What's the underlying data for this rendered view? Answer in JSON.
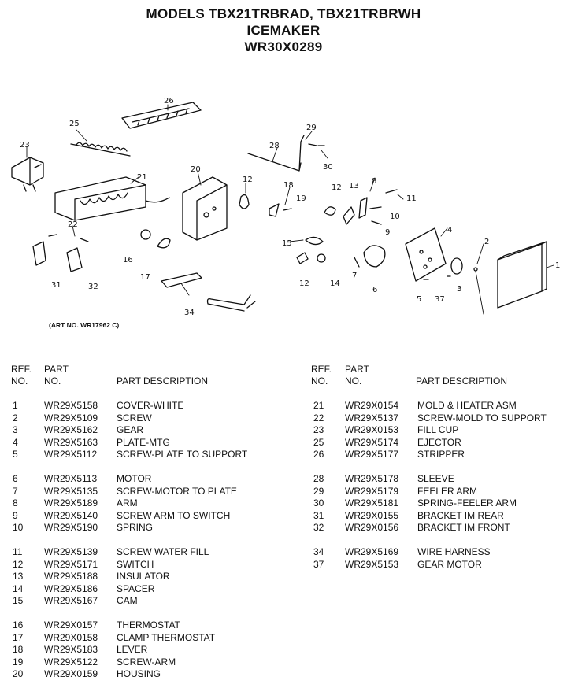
{
  "header": {
    "line1": "MODELS TBX21TRBRAD, TBX21TRBRWH",
    "line2": "ICEMAKER",
    "line3": "WR30X0289"
  },
  "art_no": "(ART NO. WR17962 C)",
  "diagram_labels": [
    "26",
    "25",
    "23",
    "21",
    "20",
    "12",
    "18",
    "19",
    "28",
    "29",
    "30",
    "12",
    "13",
    "8",
    "11",
    "10",
    "9",
    "22",
    "16",
    "17",
    "15",
    "4",
    "2",
    "1",
    "31",
    "32",
    "34",
    "12",
    "14",
    "7",
    "6",
    "5",
    "37",
    "3"
  ],
  "table_headers": {
    "ref_line1": "REF.",
    "ref_line2": "NO.",
    "part_line1": "PART",
    "part_line2": "NO.",
    "desc": "PART DESCRIPTION"
  },
  "parts_left": [
    {
      "ref": "1",
      "part": "WR29X5158",
      "desc": "COVER-WHITE"
    },
    {
      "ref": "2",
      "part": "WR29X5109",
      "desc": "SCREW"
    },
    {
      "ref": "3",
      "part": "WR29X5162",
      "desc": "GEAR"
    },
    {
      "ref": "4",
      "part": "WR29X5163",
      "desc": "PLATE-MTG"
    },
    {
      "ref": "5",
      "part": "WR29X5112",
      "desc": "SCREW-PLATE TO SUPPORT"
    },
    {
      "ref": "6",
      "part": "WR29X5113",
      "desc": "MOTOR"
    },
    {
      "ref": "7",
      "part": "WR29X5135",
      "desc": "SCREW-MOTOR TO PLATE"
    },
    {
      "ref": "8",
      "part": "WR29X5189",
      "desc": "ARM"
    },
    {
      "ref": "9",
      "part": "WR29X5140",
      "desc": "SCREW ARM TO SWITCH"
    },
    {
      "ref": "10",
      "part": "WR29X5190",
      "desc": "SPRING"
    },
    {
      "ref": "11",
      "part": "WR29X5139",
      "desc": "SCREW WATER FILL"
    },
    {
      "ref": "12",
      "part": "WR29X5171",
      "desc": "SWITCH"
    },
    {
      "ref": "13",
      "part": "WR29X5188",
      "desc": "INSULATOR"
    },
    {
      "ref": "14",
      "part": "WR29X5186",
      "desc": "SPACER"
    },
    {
      "ref": "15",
      "part": "WR29X5167",
      "desc": "CAM"
    },
    {
      "ref": "16",
      "part": "WR29X0157",
      "desc": "THERMOSTAT"
    },
    {
      "ref": "17",
      "part": "WR29X0158",
      "desc": "CLAMP THERMOSTAT"
    },
    {
      "ref": "18",
      "part": "WR29X5183",
      "desc": "LEVER"
    },
    {
      "ref": "19",
      "part": "WR29X5122",
      "desc": "SCREW-ARM"
    },
    {
      "ref": "20",
      "part": "WR29X0159",
      "desc": "HOUSING"
    }
  ],
  "parts_right": [
    {
      "ref": "21",
      "part": "WR29X0154",
      "desc": "MOLD & HEATER ASM"
    },
    {
      "ref": "22",
      "part": "WR29X5137",
      "desc": "SCREW-MOLD TO SUPPORT"
    },
    {
      "ref": "23",
      "part": "WR29X0153",
      "desc": "FILL CUP"
    },
    {
      "ref": "25",
      "part": "WR29X5174",
      "desc": "EJECTOR"
    },
    {
      "ref": "26",
      "part": "WR29X5177",
      "desc": "STRIPPER"
    },
    {
      "ref": "28",
      "part": "WR29X5178",
      "desc": "SLEEVE"
    },
    {
      "ref": "29",
      "part": "WR29X5179",
      "desc": "FEELER ARM"
    },
    {
      "ref": "30",
      "part": "WR29X5181",
      "desc": "SPRING-FEELER ARM"
    },
    {
      "ref": "31",
      "part": "WR29X0155",
      "desc": "BRACKET IM REAR"
    },
    {
      "ref": "32",
      "part": "WR29X0156",
      "desc": "BRACKET IM FRONT"
    },
    {
      "ref": "34",
      "part": "WR29X5169",
      "desc": "WIRE HARNESS"
    },
    {
      "ref": "37",
      "part": "WR29X5153",
      "desc": "GEAR MOTOR"
    }
  ]
}
